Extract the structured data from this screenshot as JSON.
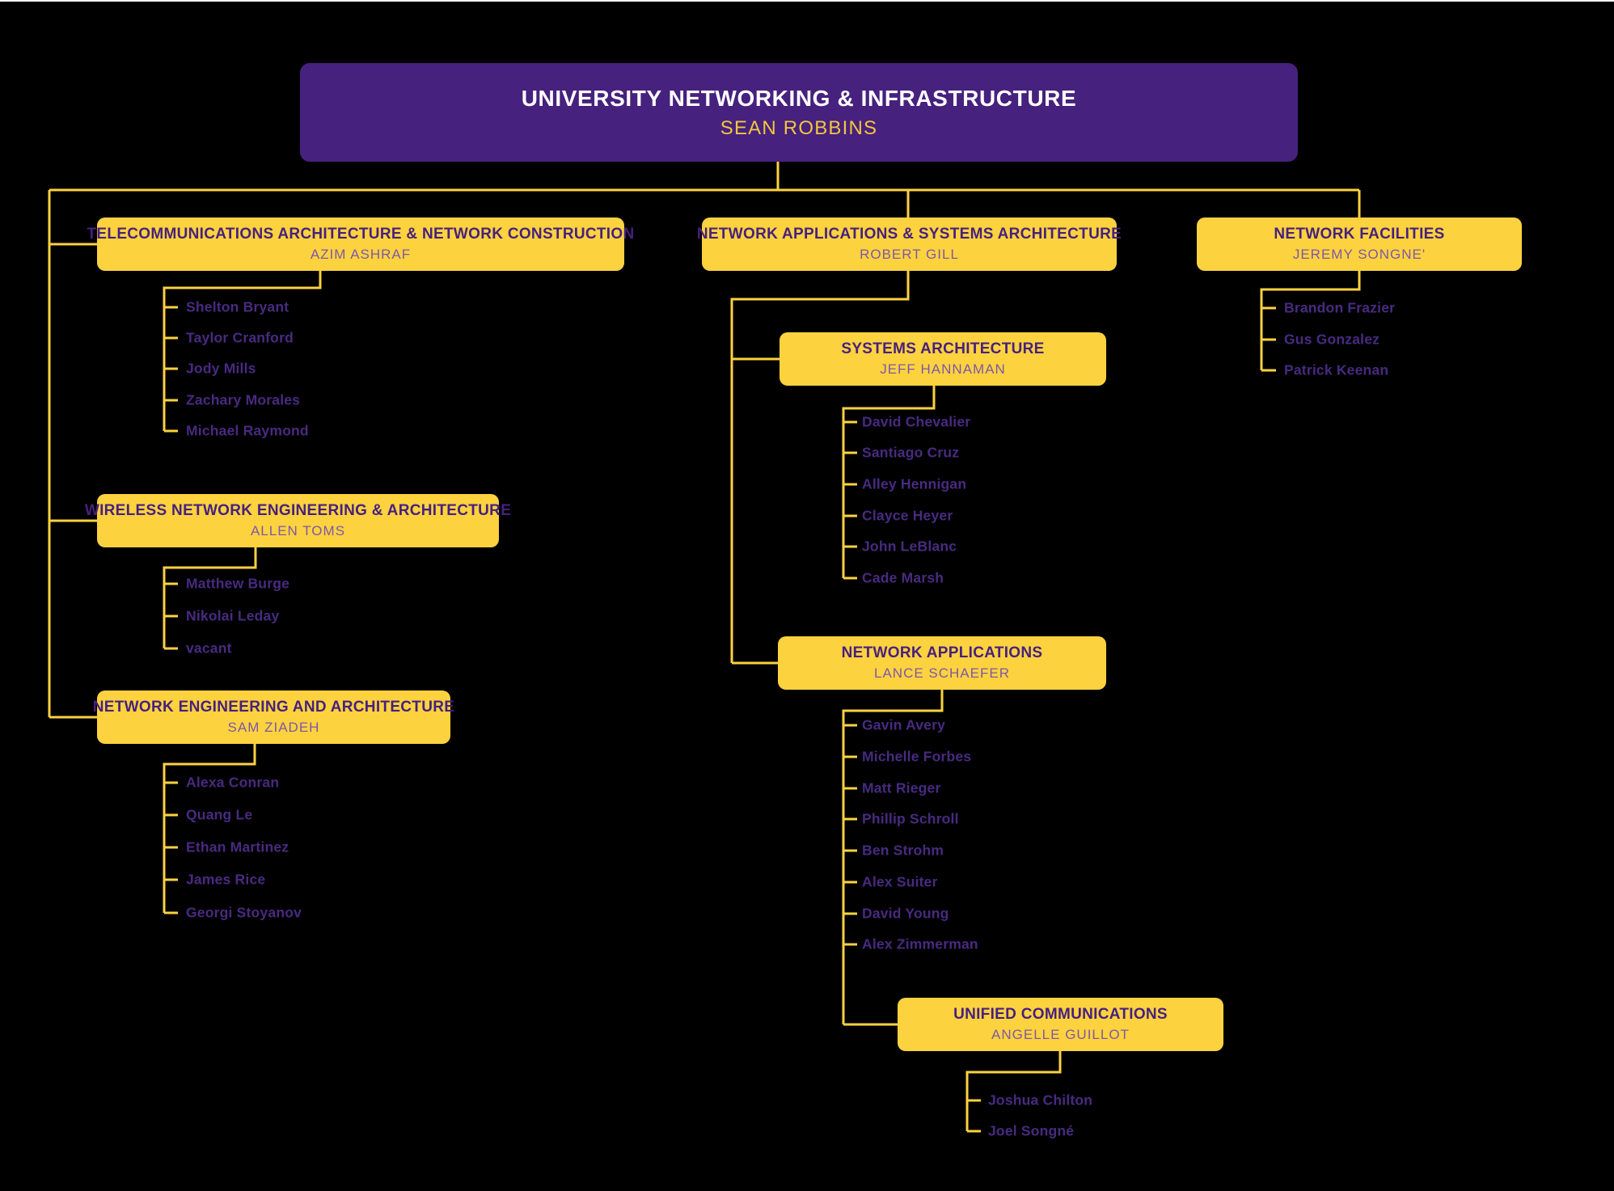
{
  "root": {
    "title": "UNIVERSITY NETWORKING & INFRASTRUCTURE",
    "manager": "SEAN ROBBINS"
  },
  "departments": [
    {
      "title": "TELECOMMUNICATIONS ARCHITECTURE & NETWORK CONSTRUCTION",
      "manager": "AZIM ASHRAF",
      "members": [
        "Shelton Bryant",
        "Taylor Cranford",
        "Jody Mills",
        "Zachary Morales",
        "Michael Raymond"
      ]
    },
    {
      "title": "WIRELESS NETWORK ENGINEERING & ARCHITECTURE",
      "manager": "ALLEN TOMS",
      "members": [
        "Matthew Burge",
        "Nikolai Leday",
        "vacant"
      ]
    },
    {
      "title": "NETWORK ENGINEERING AND ARCHITECTURE",
      "manager": "SAM ZIADEH",
      "members": [
        "Alexa Conran",
        "Quang Le",
        "Ethan Martinez",
        "James Rice",
        "Georgi Stoyanov"
      ]
    },
    {
      "title": "NETWORK APPLICATIONS & SYSTEMS ARCHITECTURE",
      "manager": "ROBERT GILL",
      "members": []
    },
    {
      "title": "SYSTEMS ARCHITECTURE",
      "manager": "JEFF HANNAMAN",
      "members": [
        "David Chevalier",
        "Santiago Cruz",
        "Alley Hennigan",
        "Clayce Heyer",
        "John LeBlanc",
        "Cade Marsh"
      ]
    },
    {
      "title": "NETWORK APPLICATIONS",
      "manager": "LANCE SCHAEFER",
      "members": [
        "Gavin Avery",
        "Michelle Forbes",
        "Matt Rieger",
        "Phillip Schroll",
        "Ben Strohm",
        "Alex Suiter",
        "David Young",
        "Alex Zimmerman"
      ]
    },
    {
      "title": "UNIFIED COMMUNICATIONS",
      "manager": "ANGELLE GUILLOT",
      "members": [
        "Joshua Chilton",
        "Joel Songné"
      ]
    },
    {
      "title": "NETWORK FACILITIES",
      "manager": "JEREMY SONGNE'",
      "members": [
        "Brandon Frazier",
        "Gus Gonzalez",
        "Patrick Keenan"
      ]
    }
  ],
  "colors": {
    "background": "#000000",
    "root_box": "#46217E",
    "department_box": "#FDD23F",
    "title_on_gold": "#46217E",
    "manager_on_gold": "#7C58A8",
    "root_title": "#FFFFFF",
    "root_manager": "#F3C63E",
    "member_text": "#482A80",
    "connector": "#FDD23F"
  }
}
